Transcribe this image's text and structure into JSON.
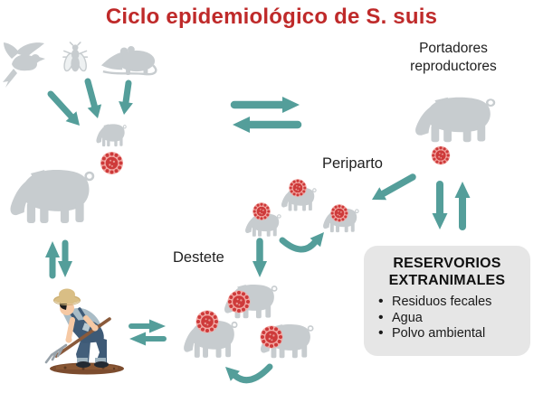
{
  "title": "Ciclo epidemiológico de S. suis",
  "labels": {
    "portadores": {
      "line1": "Portadores",
      "line2": "reproductores"
    },
    "periparto": "Periparto",
    "destete": "Destete"
  },
  "reservorios_box": {
    "title_line1": "RESERVORIOS",
    "title_line2": "EXTRANIMALES",
    "items": [
      "Residuos fecales",
      "Agua",
      "Polvo ambiental"
    ]
  },
  "icons": {
    "bird": "flying-bird-silhouette",
    "fly": "fly-silhouette",
    "rat": "rat-silhouette",
    "pig": "grazing-pig-silhouette",
    "piglet": "grazing-piglet-silhouette",
    "virus": "pathogen-virus-icon",
    "farmer": "farmer-raking-illustration",
    "arrow": "teal-flow-arrow"
  },
  "colors": {
    "title_red": "#bf2a2a",
    "arrow_teal": "#549e9a",
    "silhouette_gray": "#c7cccf",
    "virus_red": "#ce3a3a",
    "virus_halo": "#f2a9a4",
    "box_bg": "#e6e6e6",
    "text_dark": "#212121"
  }
}
